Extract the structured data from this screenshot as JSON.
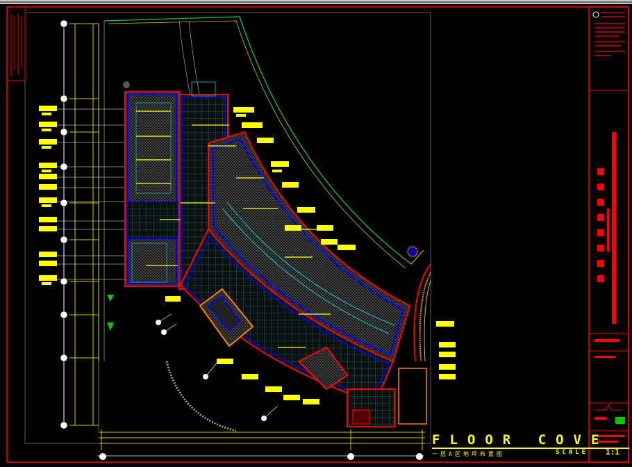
{
  "drawing": {
    "title": "FLOOR COVE",
    "subtitle": "一层A区地坪布置图",
    "scale_label": "SCALE",
    "scale_value": "1:1"
  },
  "colors": {
    "background": "#000000",
    "border": "#ff0000",
    "wall": "#0000ff",
    "dimension": "#00ff00",
    "annotation": "#ffff00",
    "furniture": "#00cccc",
    "outline": "#ff8000",
    "hatch": "#808080"
  }
}
